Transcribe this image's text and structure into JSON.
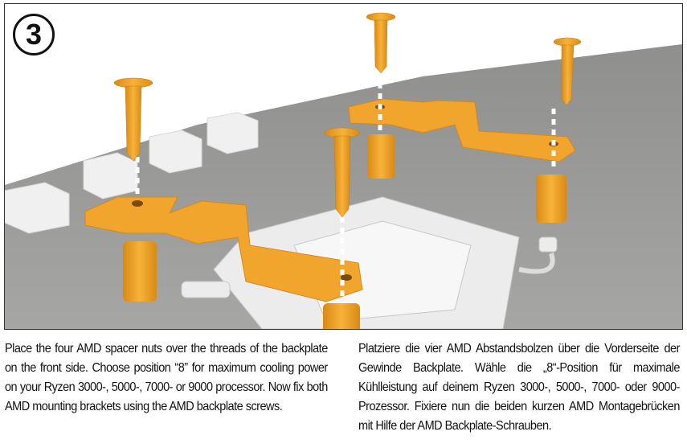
{
  "step": {
    "number": "3"
  },
  "colors": {
    "orange": "#f2a52c",
    "table": "#9a9a98",
    "white_parts": "#eeeeee"
  },
  "instructions": {
    "en": "Place the four AMD spacer nuts over the threads of the backplate on the front side. Choose position “8” for maximum cooling power on your Ryzen 3000-, 5000-, 7000- or 9000 processor. Now fix both AMD mounting brackets using the AMD backplate screws.",
    "de": "Platziere die vier AMD Abstandsbolzen über die Vorderseite der Gewinde Backplate. Wähle die „8“-Position für maximale Kühlleistung auf deinem Ryzen 3000-, 5000-, 7000- oder 9000-Prozessor. Fixiere nun die beiden kurzen AMD Montagebrücken mit Hilfe der AMD Backplate-Schrauben."
  }
}
